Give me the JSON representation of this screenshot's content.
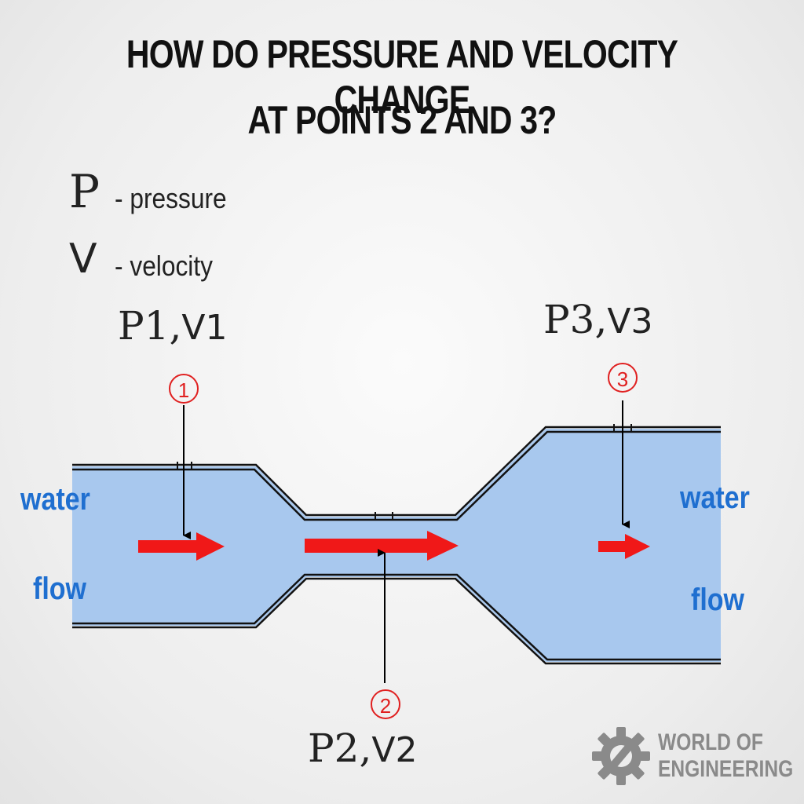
{
  "title": {
    "line1": "HOW DO PRESSURE AND VELOCITY CHANGE",
    "line2": "AT POINTS 2 AND 3?"
  },
  "legend": {
    "p_symbol": "P",
    "p_text": "- pressure",
    "v_symbol": "V",
    "v_text": "- velocity"
  },
  "points": [
    {
      "marker": "1",
      "p": "P1,",
      "v": "V1"
    },
    {
      "marker": "2",
      "p": "P2,",
      "v": "V2"
    },
    {
      "marker": "3",
      "p": "P3,",
      "v": "V3"
    }
  ],
  "flow_labels": {
    "left_top": "water",
    "left_bottom": "flow",
    "right_top": "water",
    "right_bottom": "flow"
  },
  "colors": {
    "water": "#a8c8ee",
    "arrow": "#f01818",
    "marker": "#e02020",
    "flow_text": "#1f6fd0"
  },
  "logo": {
    "icon": "gear-wrench-icon",
    "line1": "WORLD OF",
    "line2": "ENGINEERING"
  }
}
